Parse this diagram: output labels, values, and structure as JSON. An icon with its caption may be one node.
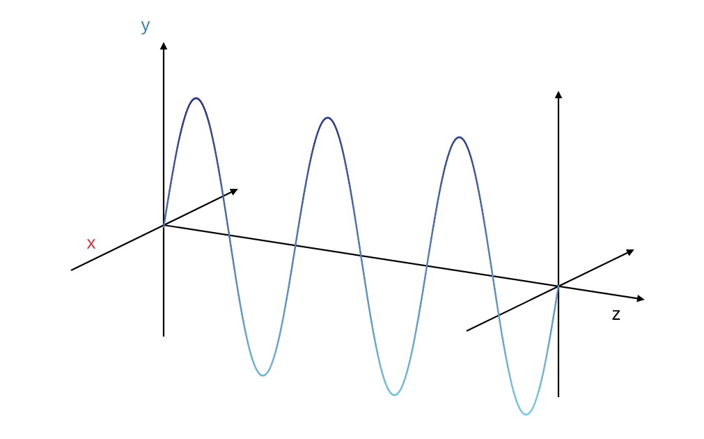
{
  "diagram": {
    "labels": [
      "y",
      "x",
      "z"
    ]
  }
}
